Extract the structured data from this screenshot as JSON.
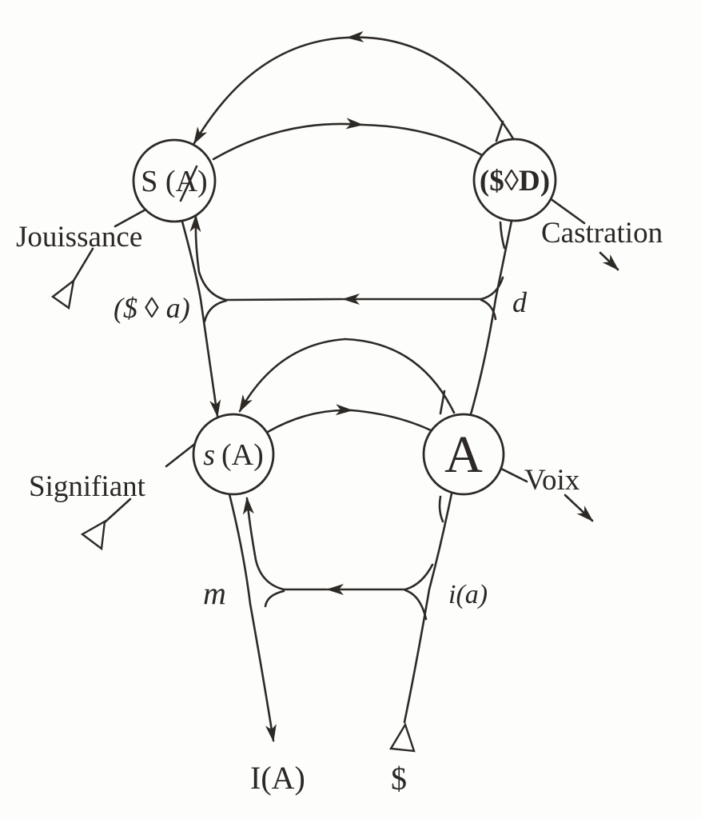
{
  "figure": "graph-of-desire",
  "ink": "#2d2a26",
  "paper": "#fdfdfb",
  "nodes": {
    "signifier_of_lack": "S (A)",
    "drive_formula": "($◊D)",
    "signified_s": "s",
    "signified_rest": "(A)",
    "big_other": "A"
  },
  "labels": {
    "jouissance": "Jouissance",
    "castration": "Castration",
    "fantasy_formula": "($ ◊ a)",
    "desire": "d",
    "signifiant": "Signifiant",
    "voix": "Voix",
    "ego": "m",
    "ideal_image": "i(a)",
    "ego_ideal": "I(A)",
    "barred_subject": "$"
  }
}
